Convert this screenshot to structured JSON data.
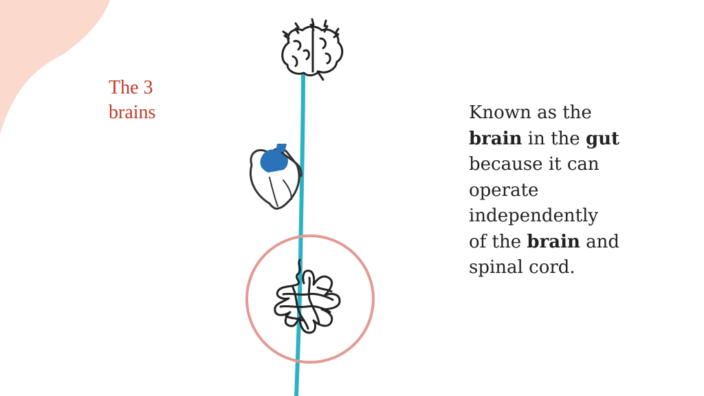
{
  "slide": {
    "title_line1": "The 3",
    "title_line2": "brains",
    "text": {
      "line1": "Known as the",
      "line2_part1": "brain",
      "line2_part2": " in the ",
      "line2_part3": "gut",
      "line3": "because it can",
      "line4": "operate",
      "line5": "independently",
      "line6_part1": "of the ",
      "line6_part2": "brain",
      "line6_part3": " and",
      "line7": "spinal cord."
    }
  },
  "colors": {
    "accent": "#c0392b",
    "blob": "#fbd9cc",
    "spine": "#2bb3c4",
    "circle": "#e39a93",
    "heart": "#2a73b8"
  },
  "icons": [
    "brain-icon",
    "heart-icon",
    "gut-icon"
  ]
}
